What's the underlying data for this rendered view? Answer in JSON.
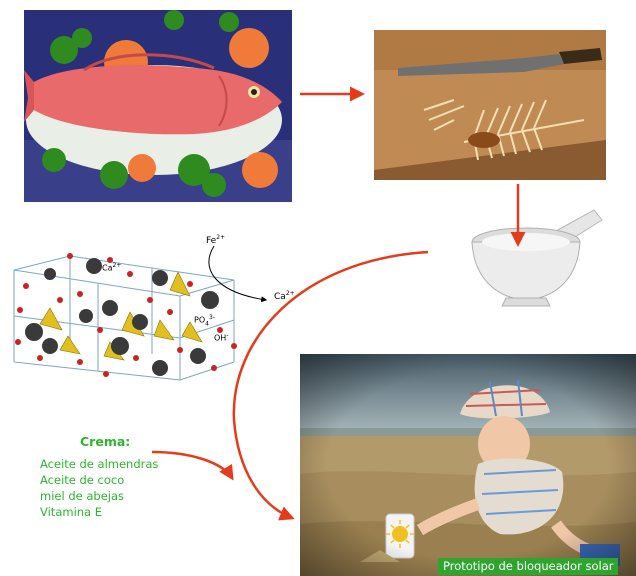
{
  "crema": {
    "title": "Crema:",
    "ingredients": [
      "Aceite de almendras",
      "Aceite de coco",
      "miel de abejas",
      "Vitamina E"
    ]
  },
  "crystal_labels": {
    "fe": "Fe",
    "fe_charge": "2+",
    "ca_out": "Ca",
    "ca_out_charge": "2+",
    "ca_in": "Ca",
    "ca_in_charge": "2+",
    "po4": "PO",
    "po4_sub": "4",
    "po4_charge": "3-",
    "oh": "OH",
    "oh_charge": "-"
  },
  "prototype_label": "Prototipo de bloqueador solar",
  "colors": {
    "arrow": "#e63b1a",
    "crema_text": "#2db52d",
    "label_bg": "#2fa52f"
  }
}
